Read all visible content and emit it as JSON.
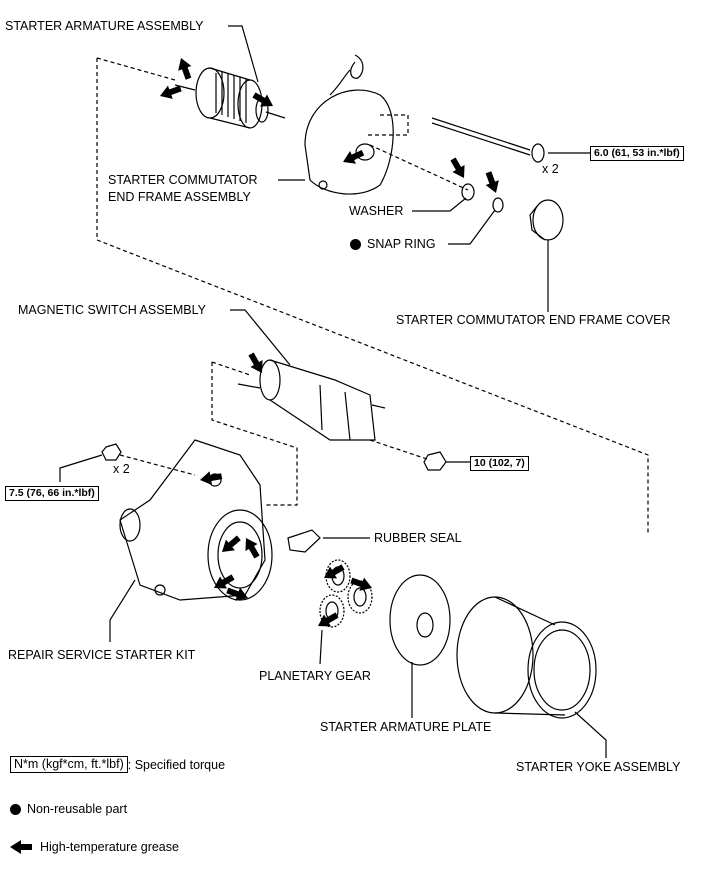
{
  "labels": {
    "starter_armature": "STARTER ARMATURE ASSEMBLY",
    "commutator_end_frame": "STARTER COMMUTATOR\nEND FRAME ASSEMBLY",
    "washer": "WASHER",
    "snap_ring": "SNAP RING",
    "end_frame_cover": "STARTER COMMUTATOR END FRAME COVER",
    "magnetic_switch": "MAGNETIC SWITCH ASSEMBLY",
    "rubber_seal": "RUBBER SEAL",
    "repair_kit": "REPAIR SERVICE STARTER KIT",
    "planetary_gear": "PLANETARY GEAR",
    "armature_plate": "STARTER ARMATURE PLATE",
    "yoke": "STARTER YOKE ASSEMBLY"
  },
  "torques": {
    "through_bolt": "6.0 (61, 53 in.*lbf)",
    "switch_nut": "10 (102, 7)",
    "kit_nut": "7.5 (76, 66 in.*lbf)"
  },
  "quantities": {
    "through_bolt": "x 2",
    "kit_nut": "x 2"
  },
  "legend": {
    "torque_unit": "N*m (kgf*cm, ft.*lbf)",
    "torque_text": ": Specified torque",
    "non_reusable": "Non-reusable part",
    "grease": "High-temperature grease"
  },
  "icons": {
    "non_reusable": "filled-circle-icon",
    "grease": "grease-arrow-icon"
  },
  "colors": {
    "line": "#000000",
    "background": "#ffffff"
  }
}
